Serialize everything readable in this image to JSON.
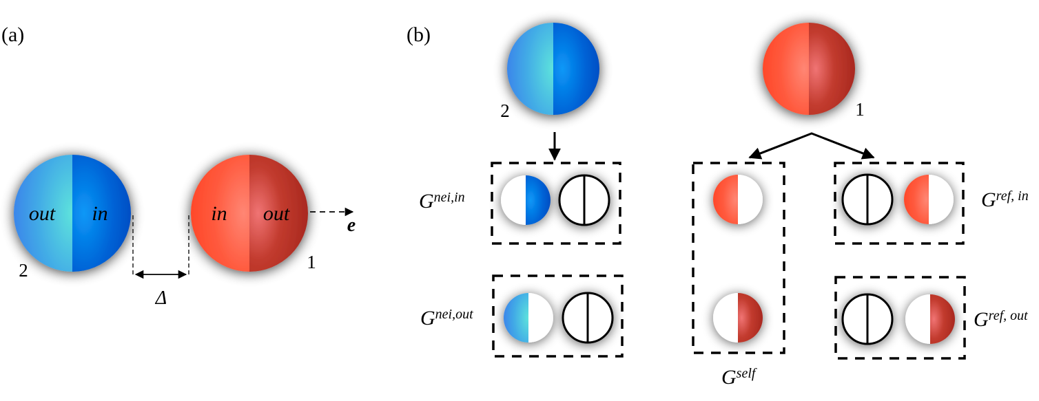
{
  "panels": {
    "a": {
      "label": "(a)",
      "particle_2": {
        "number": "2",
        "left_half": "out",
        "right_half": "in"
      },
      "particle_1": {
        "number": "1",
        "left_half": "in",
        "right_half": "out"
      },
      "gap_symbol": "Δ",
      "direction_vector": "e"
    },
    "b": {
      "label": "(b)",
      "particle_2": {
        "number": "2"
      },
      "particle_1": {
        "number": "1"
      },
      "groups": {
        "nei_in": {
          "symbol": "G",
          "superscript": "nei,in"
        },
        "nei_out": {
          "symbol": "G",
          "superscript": "nei,out"
        },
        "self": {
          "symbol": "G",
          "superscript": "self"
        },
        "ref_in": {
          "symbol": "G",
          "superscript": "ref, in"
        },
        "ref_out": {
          "symbol": "G",
          "superscript": "ref, out"
        }
      }
    }
  },
  "colors": {
    "blue_light": "#3a8fe8",
    "blue_light_center": "#5ee3dc",
    "blue_dark": "#0049c4",
    "blue_dark_center": "#0a95f5",
    "red_light": "#ff4a2a",
    "red_light_center": "#ff8472",
    "red_dark": "#a3231a",
    "red_dark_center": "#ff7a7a"
  }
}
